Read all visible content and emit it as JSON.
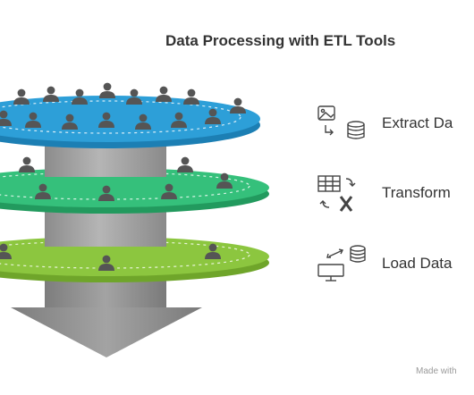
{
  "title": "Data Processing with ETL Tools",
  "steps": [
    {
      "label": "Extract Da",
      "icon": "image-to-database-icon",
      "color": "#2d9fd8"
    },
    {
      "label": "Transform",
      "icon": "table-to-excel-icon",
      "color": "#35c07b"
    },
    {
      "label": "Load Data",
      "icon": "database-to-computer-icon",
      "color": "#8cc63f"
    }
  ],
  "footer": "Made with",
  "colors": {
    "layer_extract": "#2d9fd8",
    "layer_transform": "#35c07b",
    "layer_load": "#8cc63f",
    "cylinder": "#9b9b9b",
    "arrow": "#8a8a8a",
    "people": "#555555",
    "text": "#333333"
  }
}
